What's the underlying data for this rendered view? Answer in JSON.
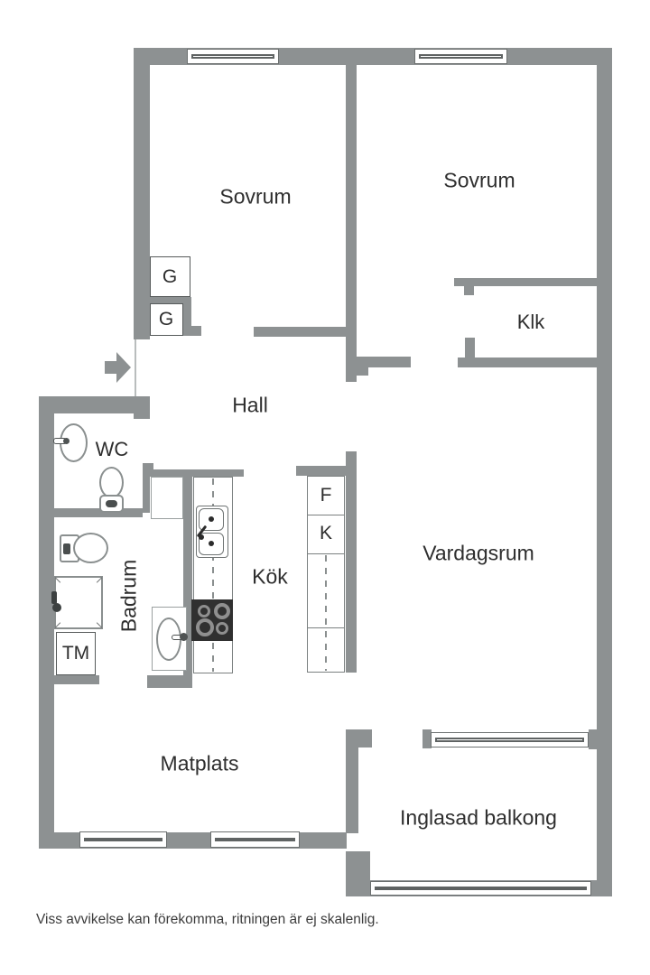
{
  "colors": {
    "wall": "#8d9192",
    "line": "#8a8f8f",
    "text": "#2e2e2e",
    "stove": "#303030",
    "bg": "#ffffff"
  },
  "rooms": {
    "sovrum1": "Sovrum",
    "sovrum2": "Sovrum",
    "klk": "Klk",
    "hall": "Hall",
    "wc": "WC",
    "badrum": "Badrum",
    "kok": "Kök",
    "vardagsrum": "Vardagsrum",
    "matplats": "Matplats",
    "balkong": "Inglasad balkong"
  },
  "storage": {
    "g1": "G",
    "g2": "G",
    "tm": "TM",
    "fridge": "F",
    "freezer": "K"
  },
  "footer": {
    "disclaimer": "Viss avvikelse kan förekomma, ritningen är ej skalenlig."
  }
}
